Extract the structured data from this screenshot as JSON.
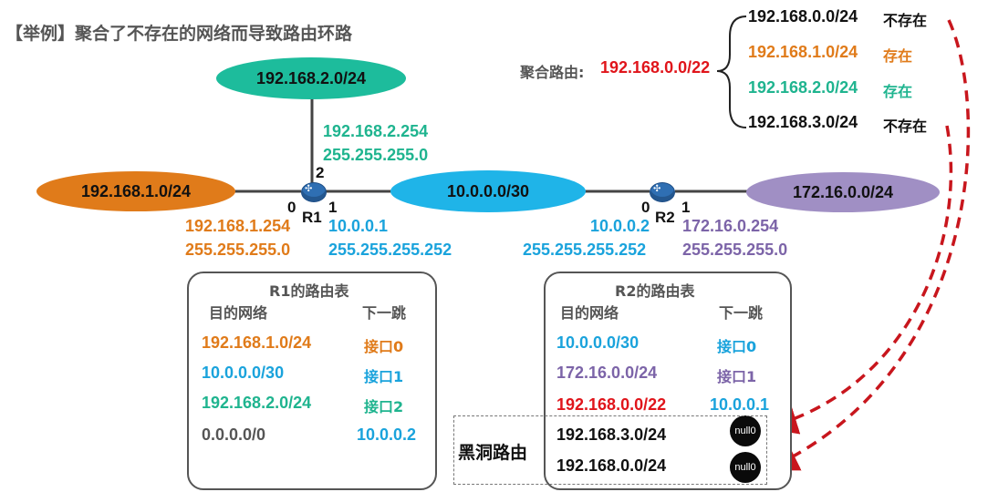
{
  "title": "【举例】聚合了不存在的网络而导致路由环路",
  "aggregate": {
    "label": "聚合路由:",
    "route": "192.168.0.0/22"
  },
  "aggregate_members": [
    {
      "net": "192.168.0.0/24",
      "status": "不存在"
    },
    {
      "net": "192.168.1.0/24",
      "status": "存在"
    },
    {
      "net": "192.168.2.0/24",
      "status": "存在"
    },
    {
      "net": "192.168.3.0/24",
      "status": "不存在"
    }
  ],
  "networks": {
    "top": "192.168.2.0/24",
    "left": "192.168.1.0/24",
    "middle": "10.0.0.0/30",
    "right": "172.16.0.0/24"
  },
  "routers": {
    "r1": {
      "name": "R1",
      "port0": "0",
      "port1": "1",
      "port2": "2"
    },
    "r2": {
      "name": "R2",
      "port0": "0",
      "port1": "1"
    }
  },
  "interfaces": {
    "r1_if2_ip": "192.168.2.254",
    "r1_if2_mask": "255.255.255.0",
    "r1_if0_ip": "192.168.1.254",
    "r1_if0_mask": "255.255.255.0",
    "r1_if1_ip": "10.0.0.1",
    "r1_if1_mask": "255.255.255.252",
    "r2_if0_ip": "10.0.0.2",
    "r2_if0_mask": "255.255.255.252",
    "r2_if1_ip": "172.16.0.254",
    "r2_if1_mask": "255.255.255.0"
  },
  "r1_table": {
    "title": "R1的路由表",
    "col_dest": "目的网络",
    "col_next": "下一跳",
    "rows": [
      {
        "dest": "192.168.1.0/24",
        "next": "接口0"
      },
      {
        "dest": "10.0.0.0/30",
        "next": "接口1"
      },
      {
        "dest": "192.168.2.0/24",
        "next": "接口2"
      },
      {
        "dest": "0.0.0.0/0",
        "next": "10.0.0.2"
      }
    ]
  },
  "r2_table": {
    "title": "R2的路由表",
    "col_dest": "目的网络",
    "col_next": "下一跳",
    "rows": [
      {
        "dest": "10.0.0.0/30",
        "next": "接口0"
      },
      {
        "dest": "172.16.0.0/24",
        "next": "接口1"
      },
      {
        "dest": "192.168.0.0/22",
        "next": "10.0.0.1"
      }
    ],
    "blackhole_label": "黑洞路由",
    "blackhole_rows": [
      {
        "dest": "192.168.3.0/24",
        "next": "null0"
      },
      {
        "dest": "192.168.0.0/24",
        "next": "null0"
      }
    ]
  },
  "colors": {
    "orange": "#e07b1a",
    "blue": "#1aa3dc",
    "teal": "#1fb48f",
    "purple": "#7c64a8",
    "red": "#e0151b",
    "arrow": "#c8161d"
  }
}
